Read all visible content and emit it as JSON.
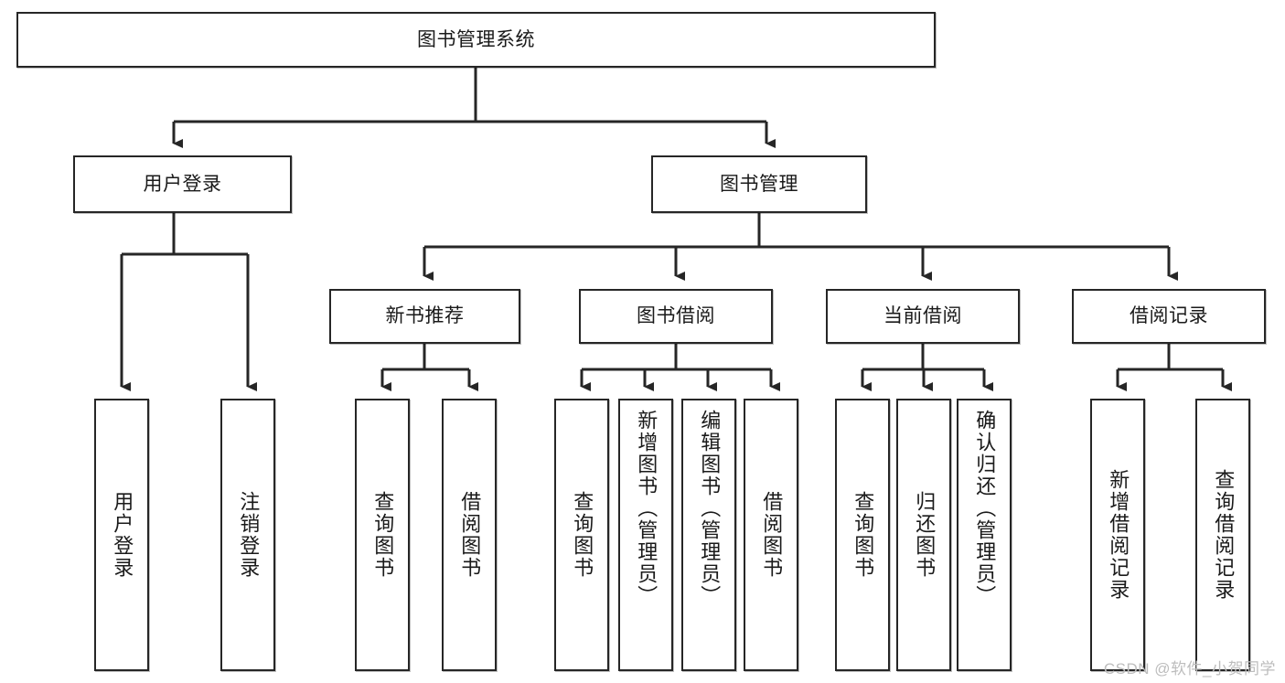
{
  "diagram": {
    "title": "图书管理系统",
    "type": "hierarchy-tree",
    "colors": {
      "box_stroke": "#262626",
      "box_fill": "#ffffff",
      "text": "#1a1a1a",
      "wire": "#262626",
      "watermark": "#bdbdbd",
      "background": "#ffffff"
    },
    "levels": {
      "root": {
        "label": "图书管理系统"
      },
      "level2": [
        {
          "label": "用户登录"
        },
        {
          "label": "图书管理"
        }
      ],
      "level3": [
        {
          "label": "新书推荐"
        },
        {
          "label": "图书借阅"
        },
        {
          "label": "当前借阅"
        },
        {
          "label": "借阅记录"
        }
      ],
      "leaves": {
        "user_login": [
          {
            "label": "用户登录"
          },
          {
            "label": "注销登录"
          }
        ],
        "new_book_recommend": [
          {
            "label": "查询图书"
          },
          {
            "label": "借阅图书"
          }
        ],
        "book_borrow": [
          {
            "label": "查询图书"
          },
          {
            "label": "新增图书（管理员）"
          },
          {
            "label": "编辑图书（管理员）"
          },
          {
            "label": "借阅图书"
          }
        ],
        "current_borrow": [
          {
            "label": "查询图书"
          },
          {
            "label": "归还图书"
          },
          {
            "label": "确认归还（管理员）"
          }
        ],
        "borrow_record": [
          {
            "label": "新增借阅记录"
          },
          {
            "label": "查询借阅记录"
          }
        ]
      }
    },
    "watermark": "CSDN @软件_小贺同学"
  }
}
